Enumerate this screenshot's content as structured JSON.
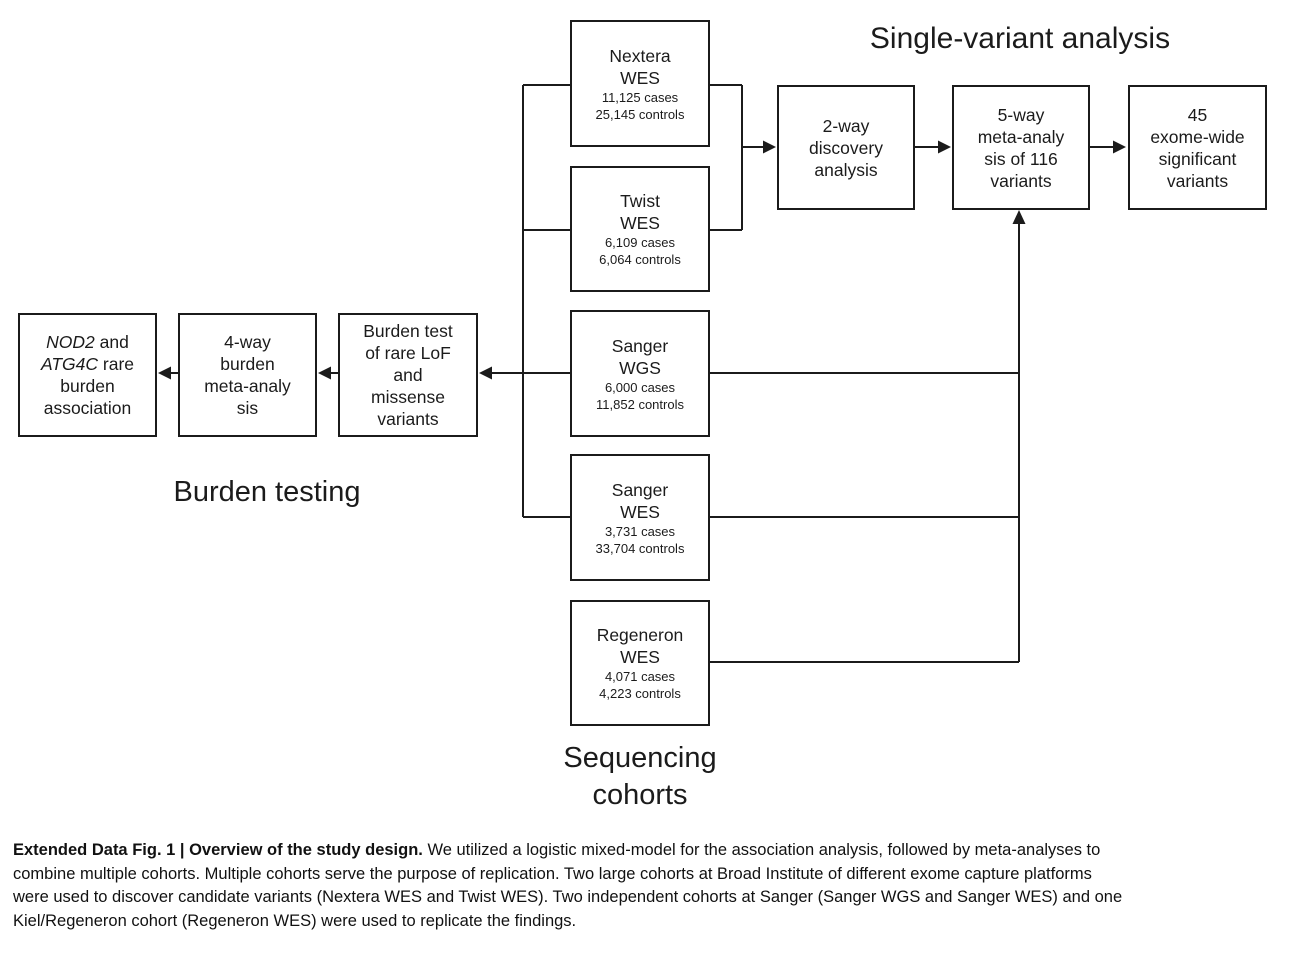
{
  "figure": {
    "section_labels": {
      "single_variant": "Single-variant analysis",
      "burden_testing": "Burden testing",
      "sequencing_line1": "Sequencing",
      "sequencing_line2": "cohorts"
    },
    "cohorts": [
      {
        "name1": "Nextera",
        "name2": "WES",
        "cases": "11,125 cases",
        "controls": "25,145 controls"
      },
      {
        "name1": "Twist",
        "name2": "WES",
        "cases": "6,109 cases",
        "controls": "6,064 controls"
      },
      {
        "name1": "Sanger",
        "name2": "WGS",
        "cases": "6,000 cases",
        "controls": "11,852 controls"
      },
      {
        "name1": "Sanger",
        "name2": "WES",
        "cases": "3,731 cases",
        "controls": "33,704 controls"
      },
      {
        "name1": "Regeneron",
        "name2": "WES",
        "cases": "4,071 cases",
        "controls": "4,223 controls"
      }
    ],
    "single_variant_flow": {
      "discovery": {
        "line1": "2-way",
        "line2": "discovery",
        "line3": "analysis"
      },
      "meta": {
        "line1": "5-way",
        "line2": "meta-analy",
        "line3": "sis of 116",
        "line4": "variants"
      },
      "result": {
        "line1": "45",
        "line2": "exome-wide",
        "line3": "significant",
        "line4": "variants"
      }
    },
    "burden_flow": {
      "test": {
        "line1": "Burden test",
        "line2": "of rare LoF",
        "line3": "and",
        "line4": "missense",
        "line5": "variants"
      },
      "meta": {
        "line1": "4-way",
        "line2": "burden",
        "line3": "meta-analy",
        "line4": "sis"
      },
      "result": {
        "gene1": "NOD2",
        "gene1_rest": " and",
        "gene2": "ATG4C",
        "gene2_rest": " rare",
        "line3": "burden",
        "line4": "association"
      }
    }
  },
  "caption": {
    "title_bold": "Extended Data Fig. 1 | Overview of the study design.",
    "line1_rest": " We utilized a logistic mixed-model for the association analysis, followed by meta-analyses to",
    "line2": "combine multiple cohorts. Multiple cohorts serve the purpose of replication. Two large cohorts at Broad Institute of different exome capture platforms",
    "line3": "were used to discover candidate variants (Nextera WES and Twist WES). Two independent cohorts at Sanger (Sanger WGS and Sanger WES) and one",
    "line4": "Kiel/Regeneron cohort (Regeneron WES) were used to replicate the findings."
  },
  "colors": {
    "ink": "#1b1b1b",
    "background": "#ffffff"
  }
}
